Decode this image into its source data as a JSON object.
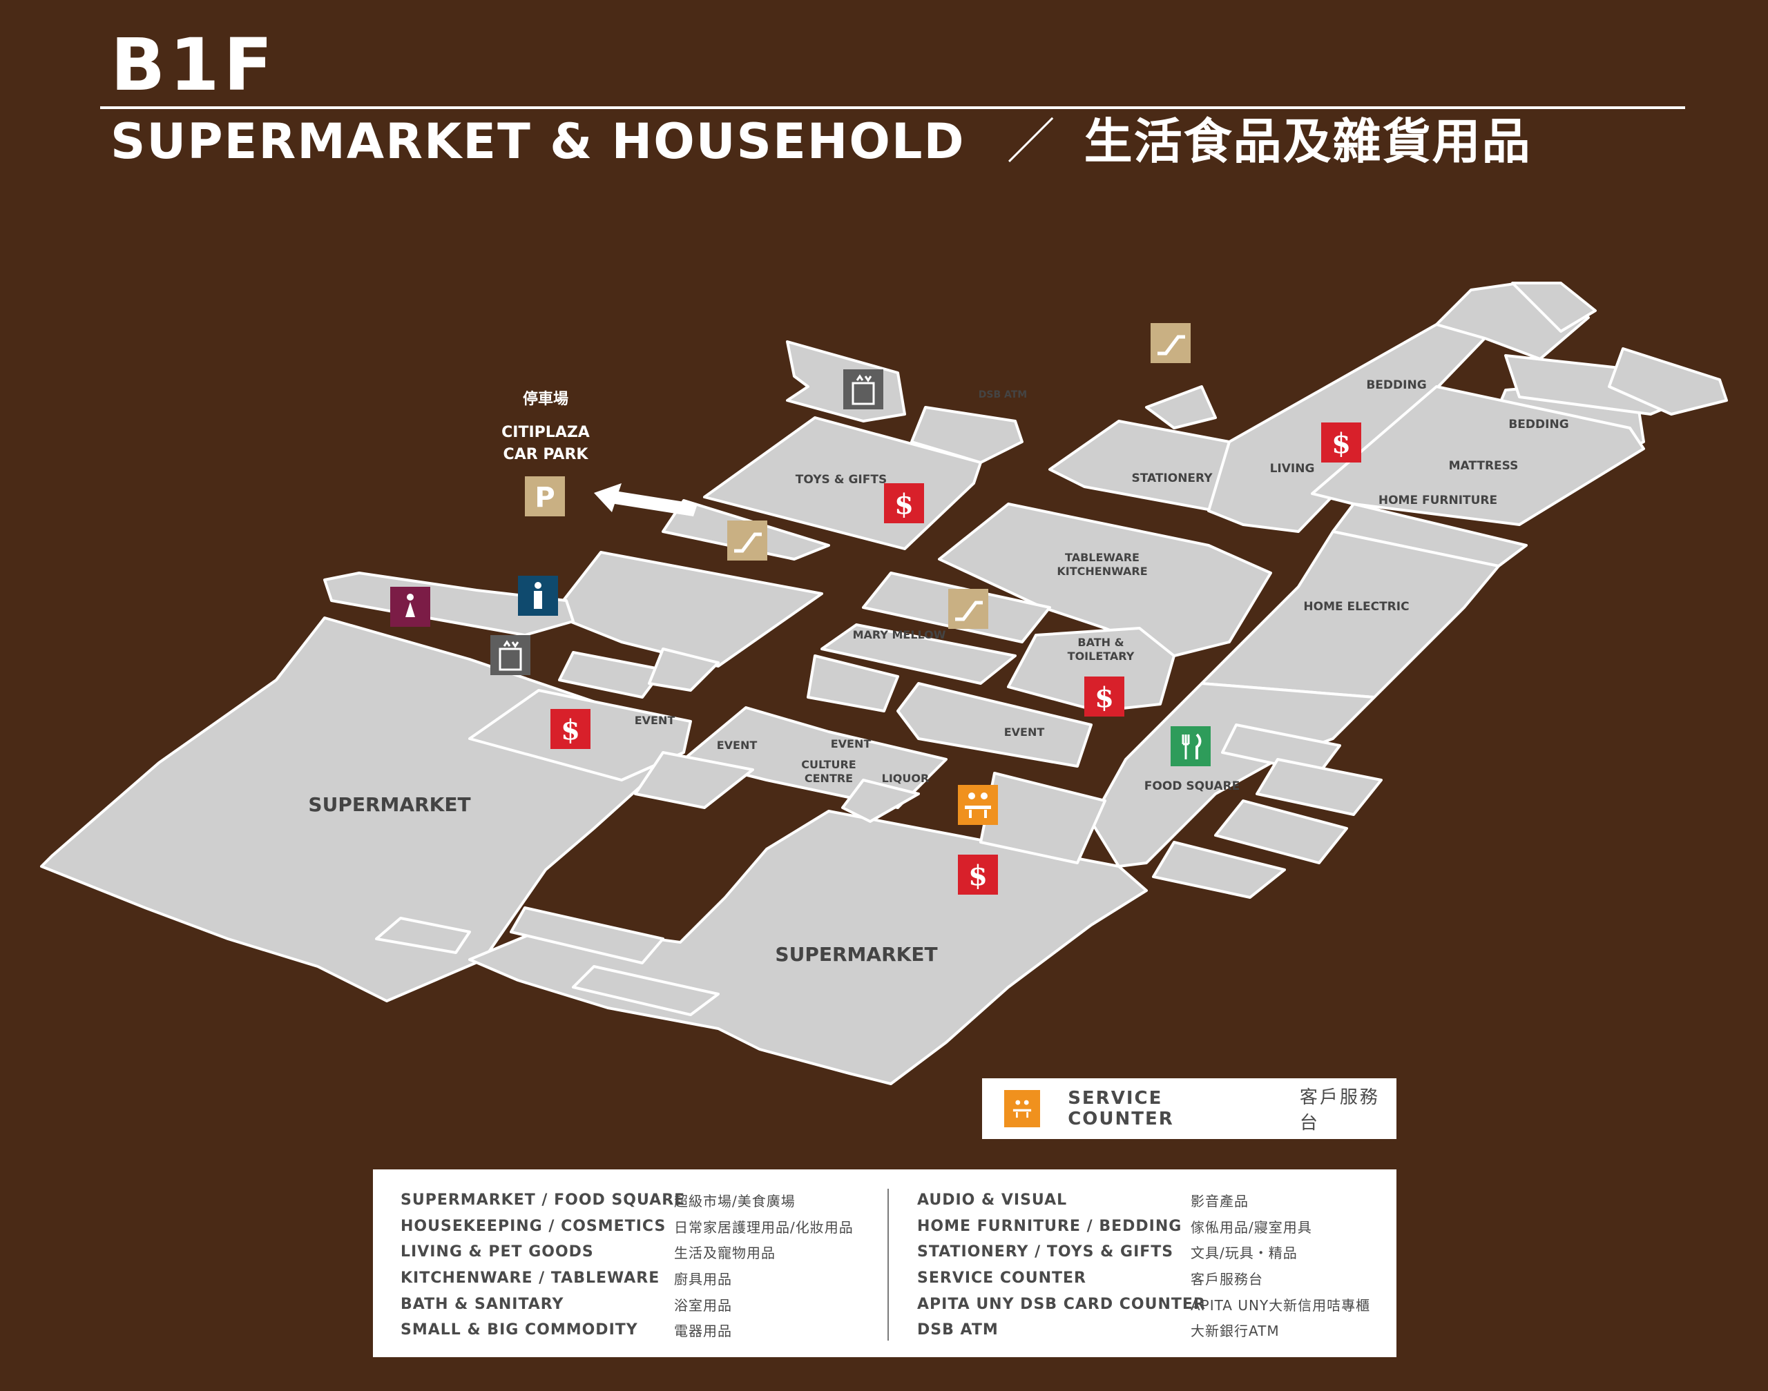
{
  "header": {
    "floor": "B1F",
    "subtitle_en": "SUPERMARKET & HOUSEHOLD",
    "separator": "／",
    "subtitle_zh": "生活食品及雜貨用品"
  },
  "parking": {
    "zh": "停車場",
    "line1": "CITIPLAZA",
    "line2": "CAR PARK",
    "icon_letter": "P"
  },
  "map_labels": {
    "supermarket_left": "SUPERMARKET",
    "supermarket_bottom": "SUPERMARKET",
    "toys_gifts": "TOYS & GIFTS",
    "dsb_atm": "DSB ATM",
    "stationery": "STATIONERY",
    "living": "LIVING",
    "bedding_a": "BEDDING",
    "bedding_b": "BEDDING",
    "mattress": "MATTRESS",
    "home_furniture": "HOME FURNITURE",
    "home_electric": "HOME ELECTRIC",
    "tableware_1": "TABLEWARE",
    "tableware_2": "KITCHENWARE",
    "mary_mellow": "MARY MELLOW",
    "bath_1": "BATH &",
    "bath_2": "TOILETARY",
    "event_a": "EVENT",
    "event_b": "EVENT",
    "event_c": "EVENT",
    "event_d": "EVENT",
    "culture_1": "CULTURE",
    "culture_2": "CENTRE",
    "liquor": "LIQUOR",
    "food_square": "FOOD SQUARE"
  },
  "icons": {
    "parking": "parking-icon",
    "escalator": "escalator-icon",
    "lift": "lift-icon",
    "cashier": "cashier-dollar-icon",
    "female_toilet": "female-toilet-icon",
    "male_toilet": "male-toilet-icon",
    "food": "fork-knife-icon",
    "service": "service-counter-icon",
    "dollar_glyph": "$"
  },
  "colors": {
    "background": "#4a2a16",
    "floor_area": "#cfcfcf",
    "outline": "#ffffff",
    "cashier_red": "#d8202a",
    "escalator_tan": "#c9b083",
    "lift_grey": "#5e5e5e",
    "female_purple": "#7b1c46",
    "male_blue": "#0f4a6e",
    "food_green": "#2e9c5a",
    "service_orange": "#f0911e"
  },
  "service_legend": {
    "en": "SERVICE COUNTER",
    "zh": "客戶服務台"
  },
  "legend": {
    "left": [
      {
        "en": "SUPERMARKET / FOOD SQUARE",
        "zh": "超級市場/美食廣場"
      },
      {
        "en": "HOUSEKEEPING / COSMETICS",
        "zh": "日常家居護理用品/化妝用品"
      },
      {
        "en": "LIVING & PET GOODS",
        "zh": "生活及寵物用品"
      },
      {
        "en": "KITCHENWARE / TABLEWARE",
        "zh": "廚具用品"
      },
      {
        "en": "BATH & SANITARY",
        "zh": "浴室用品"
      },
      {
        "en": "SMALL & BIG COMMODITY",
        "zh": "電器用品"
      }
    ],
    "right": [
      {
        "en": "AUDIO & VISUAL",
        "zh": "影音產品"
      },
      {
        "en": "HOME FURNITURE / BEDDING",
        "zh": "傢俬用品/寢室用具"
      },
      {
        "en": "STATIONERY / TOYS & GIFTS",
        "zh": "文具/玩具・精品"
      },
      {
        "en": "SERVICE COUNTER",
        "zh": "客戶服務台"
      },
      {
        "en": "APITA UNY DSB CARD COUNTER",
        "zh": "APITA UNY大新信用咭專櫃"
      },
      {
        "en": "DSB ATM",
        "zh": "大新銀行ATM"
      }
    ]
  }
}
